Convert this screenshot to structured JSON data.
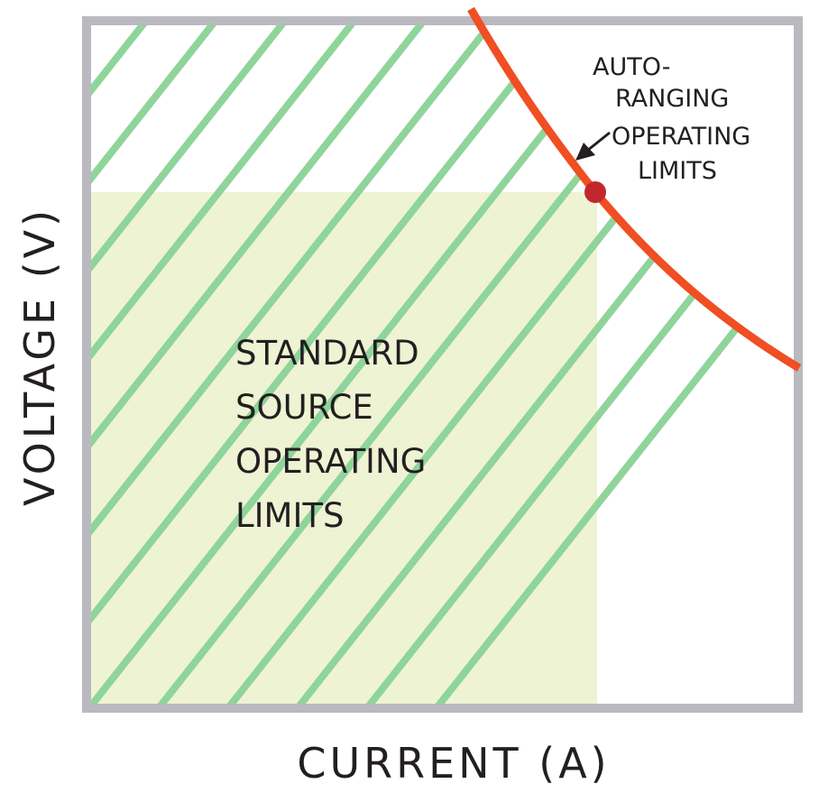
{
  "diagram": {
    "x_axis_label": "CURRENT (A)",
    "y_axis_label": "VOLTAGE (V)",
    "standard_region": {
      "lines": [
        "STANDARD",
        "SOURCE",
        "OPERATING",
        "LIMITS"
      ]
    },
    "autoranging_region": {
      "lines": [
        "AUTO-",
        "RANGING",
        "OPERATING",
        "LIMITS"
      ]
    },
    "colors": {
      "frame": "#b9b9bf",
      "hatch": "#8fd49a",
      "standard_fill": "#eef3d4",
      "curve": "#f04e23",
      "point": "#c1272d",
      "text": "#231f20"
    }
  }
}
